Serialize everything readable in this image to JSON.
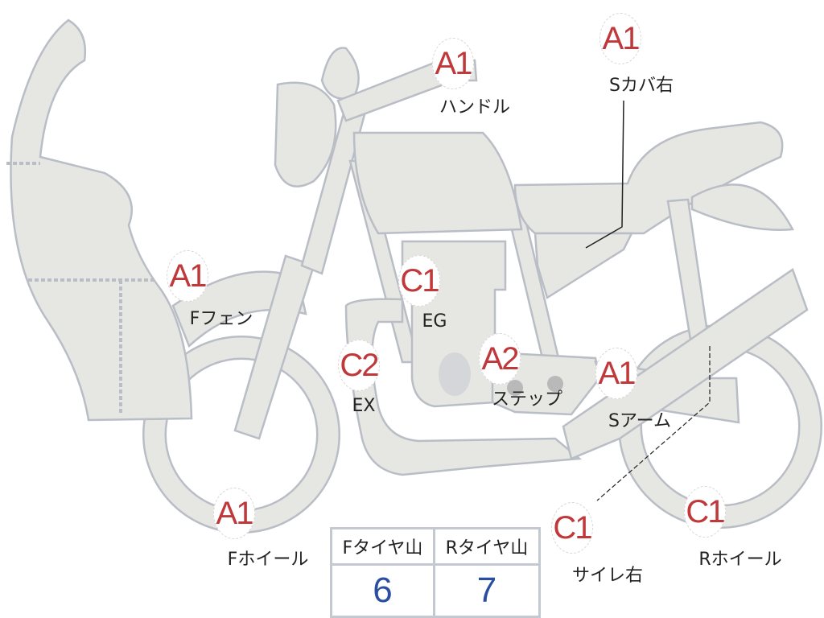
{
  "parts": [
    {
      "id": "handle",
      "grade": "A1",
      "label": "ハンドル"
    },
    {
      "id": "side-cover-right",
      "grade": "A1",
      "label": "Sカバ右"
    },
    {
      "id": "front-fender",
      "grade": "A1",
      "label": "Fフェン"
    },
    {
      "id": "engine",
      "grade": "C1",
      "label": "EG"
    },
    {
      "id": "exhaust",
      "grade": "C2",
      "label": "EX"
    },
    {
      "id": "step",
      "grade": "A2",
      "label": "ステップ"
    },
    {
      "id": "swing-arm",
      "grade": "A1",
      "label": "Sアーム"
    },
    {
      "id": "front-wheel",
      "grade": "A1",
      "label": "Fホイール"
    },
    {
      "id": "silencer-right",
      "grade": "C1",
      "label": "サイレ右"
    },
    {
      "id": "rear-wheel",
      "grade": "C1",
      "label": "Rホイール"
    }
  ],
  "tire_table": {
    "headers": [
      "Fタイヤ山",
      "Rタイヤ山"
    ],
    "values": [
      "6",
      "7"
    ]
  },
  "colors": {
    "grade": "#c0383a",
    "value": "#2a4ea0",
    "part_fill": "#e6e6e2",
    "part_stroke": "#b9bdc5"
  }
}
